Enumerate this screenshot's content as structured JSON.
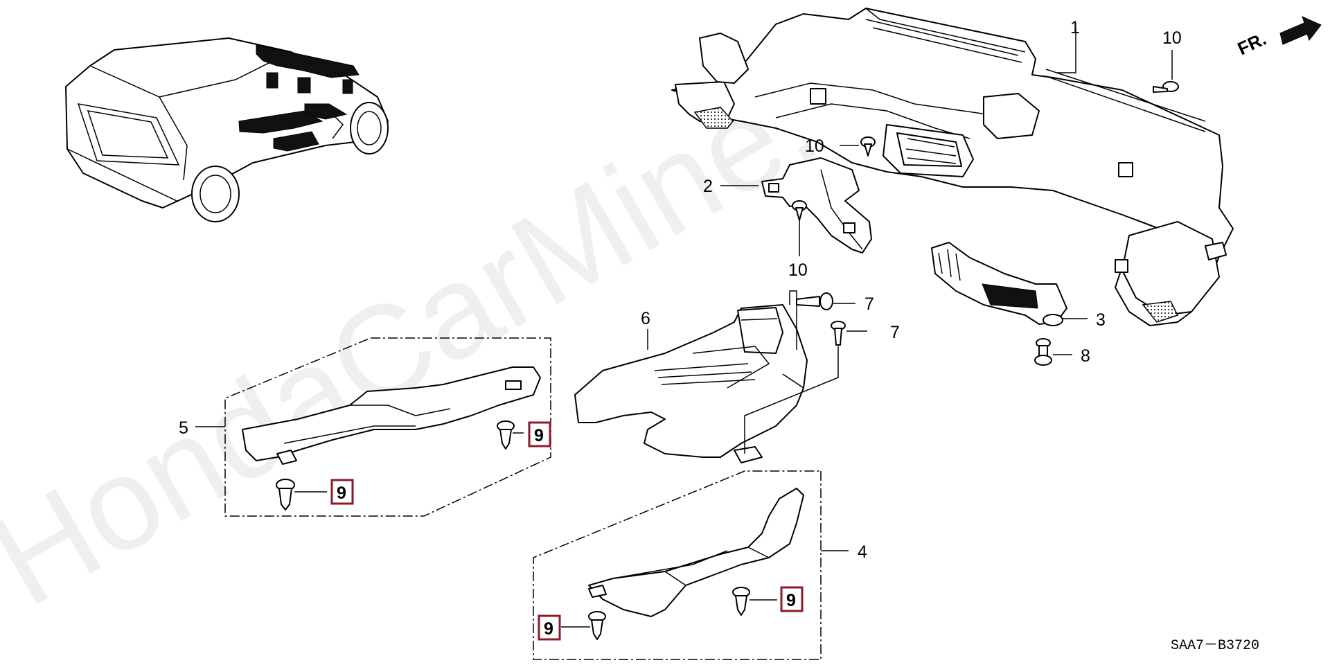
{
  "diagram": {
    "watermark": "HondaCarMine.ru",
    "direction_label": "FR.",
    "figure_code": "SAA7－B3720",
    "callouts": [
      {
        "id": "c1",
        "label": "1"
      },
      {
        "id": "c2",
        "label": "2"
      },
      {
        "id": "c3",
        "label": "3"
      },
      {
        "id": "c4",
        "label": "4"
      },
      {
        "id": "c5",
        "label": "5"
      },
      {
        "id": "c6",
        "label": "6"
      },
      {
        "id": "c7a",
        "label": "7"
      },
      {
        "id": "c7b",
        "label": "7"
      },
      {
        "id": "c8",
        "label": "8"
      },
      {
        "id": "c10a",
        "label": "10"
      },
      {
        "id": "c10b",
        "label": "10"
      },
      {
        "id": "c10c",
        "label": "10"
      }
    ],
    "boxed_callouts": [
      {
        "id": "b9a",
        "label": "9"
      },
      {
        "id": "b9b",
        "label": "9"
      },
      {
        "id": "b9c",
        "label": "9"
      },
      {
        "id": "b9d",
        "label": "9"
      }
    ],
    "box_color": "#8b1a2b"
  }
}
